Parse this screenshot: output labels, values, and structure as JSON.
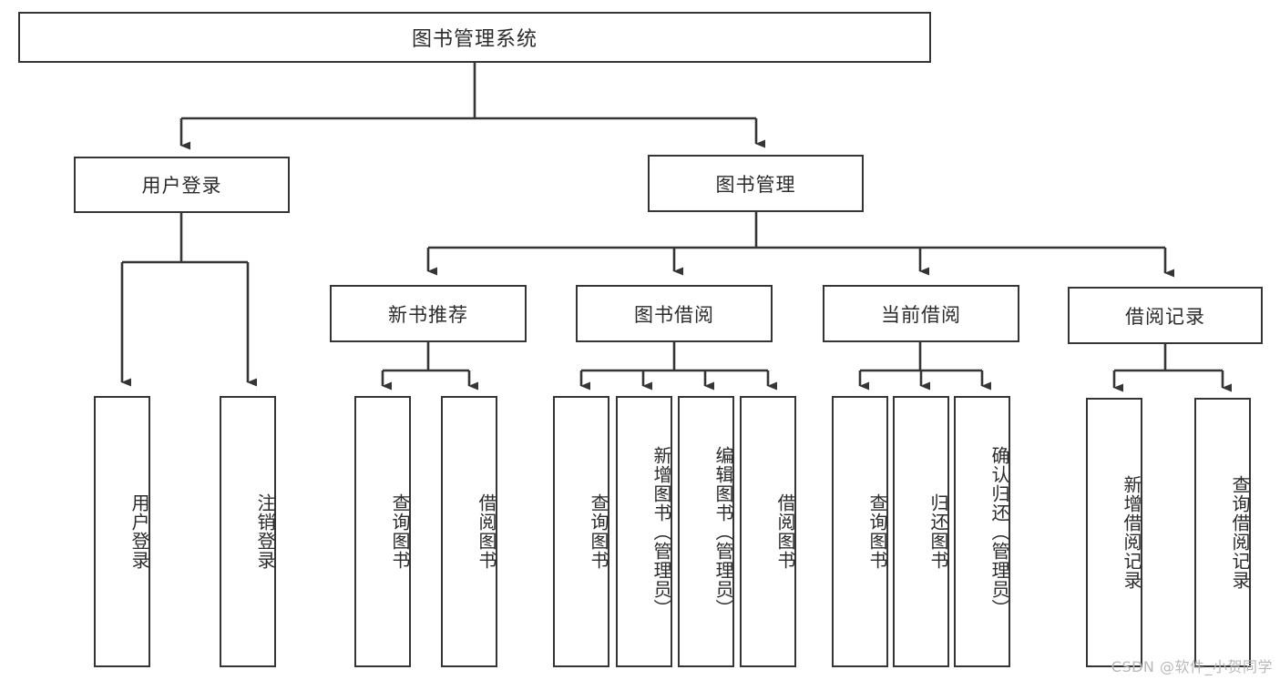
{
  "diagram": {
    "title": "图书管理系统",
    "type": "hierarchy-tree",
    "root": {
      "id": "root",
      "label": "图书管理系统"
    },
    "level1": [
      {
        "id": "login",
        "label": "用户登录"
      },
      {
        "id": "bookmgmt",
        "label": "图书管理"
      }
    ],
    "level2": [
      {
        "id": "newbook",
        "label": "新书推荐",
        "parent": "bookmgmt"
      },
      {
        "id": "borrow",
        "label": "图书借阅",
        "parent": "bookmgmt"
      },
      {
        "id": "current",
        "label": "当前借阅",
        "parent": "bookmgmt"
      },
      {
        "id": "record",
        "label": "借阅记录",
        "parent": "bookmgmt"
      }
    ],
    "leaves": [
      {
        "id": "leaf-user-login",
        "label": "用户登录",
        "parent": "login"
      },
      {
        "id": "leaf-user-logout",
        "label": "注销登录",
        "parent": "login"
      },
      {
        "id": "leaf-nb-query",
        "label": "查询图书",
        "parent": "newbook"
      },
      {
        "id": "leaf-nb-borrow",
        "label": "借阅图书",
        "parent": "newbook"
      },
      {
        "id": "leaf-bw-query",
        "label": "查询图书",
        "parent": "borrow"
      },
      {
        "id": "leaf-bw-add",
        "label": "新增图书（管理员）",
        "parent": "borrow"
      },
      {
        "id": "leaf-bw-edit",
        "label": "编辑图书（管理员）",
        "parent": "borrow"
      },
      {
        "id": "leaf-bw-borrow",
        "label": "借阅图书",
        "parent": "borrow"
      },
      {
        "id": "leaf-cur-query",
        "label": "查询图书",
        "parent": "current"
      },
      {
        "id": "leaf-cur-return",
        "label": "归还图书",
        "parent": "current"
      },
      {
        "id": "leaf-cur-confirm",
        "label": "确认归还（管理员）",
        "parent": "current"
      },
      {
        "id": "leaf-rec-add",
        "label": "新增借阅记录",
        "parent": "record"
      },
      {
        "id": "leaf-rec-query",
        "label": "查询借阅记录",
        "parent": "record"
      }
    ]
  },
  "watermark": {
    "text": "CSDN @软件_小贺同学"
  },
  "colors": {
    "stroke": "#353535",
    "text": "#2b2b2b",
    "background": "#ffffff",
    "watermark": "#b9b9b9"
  }
}
